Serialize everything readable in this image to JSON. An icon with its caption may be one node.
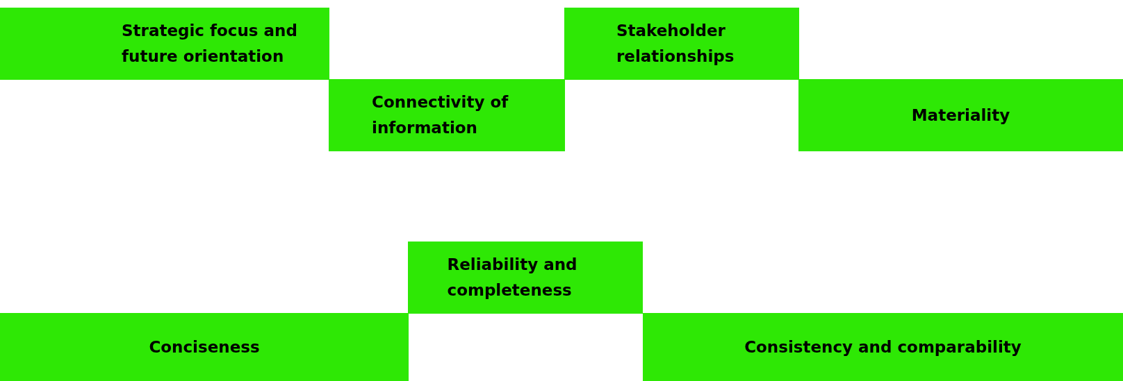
{
  "diagram": {
    "nodes": [
      {
        "text": [
          "Strategic focus and future orientation"
        ]
      },
      {
        "text": [
          "Stakeholder relationships"
        ]
      },
      {
        "text": [
          "Connectivity of information"
        ]
      },
      {
        "text": [
          "Materiality"
        ]
      },
      {
        "text": [
          "Reliability and completeness"
        ]
      },
      {
        "text": [
          "Conciseness"
        ]
      },
      {
        "text": [
          "Consistency and comparability"
        ]
      }
    ]
  }
}
